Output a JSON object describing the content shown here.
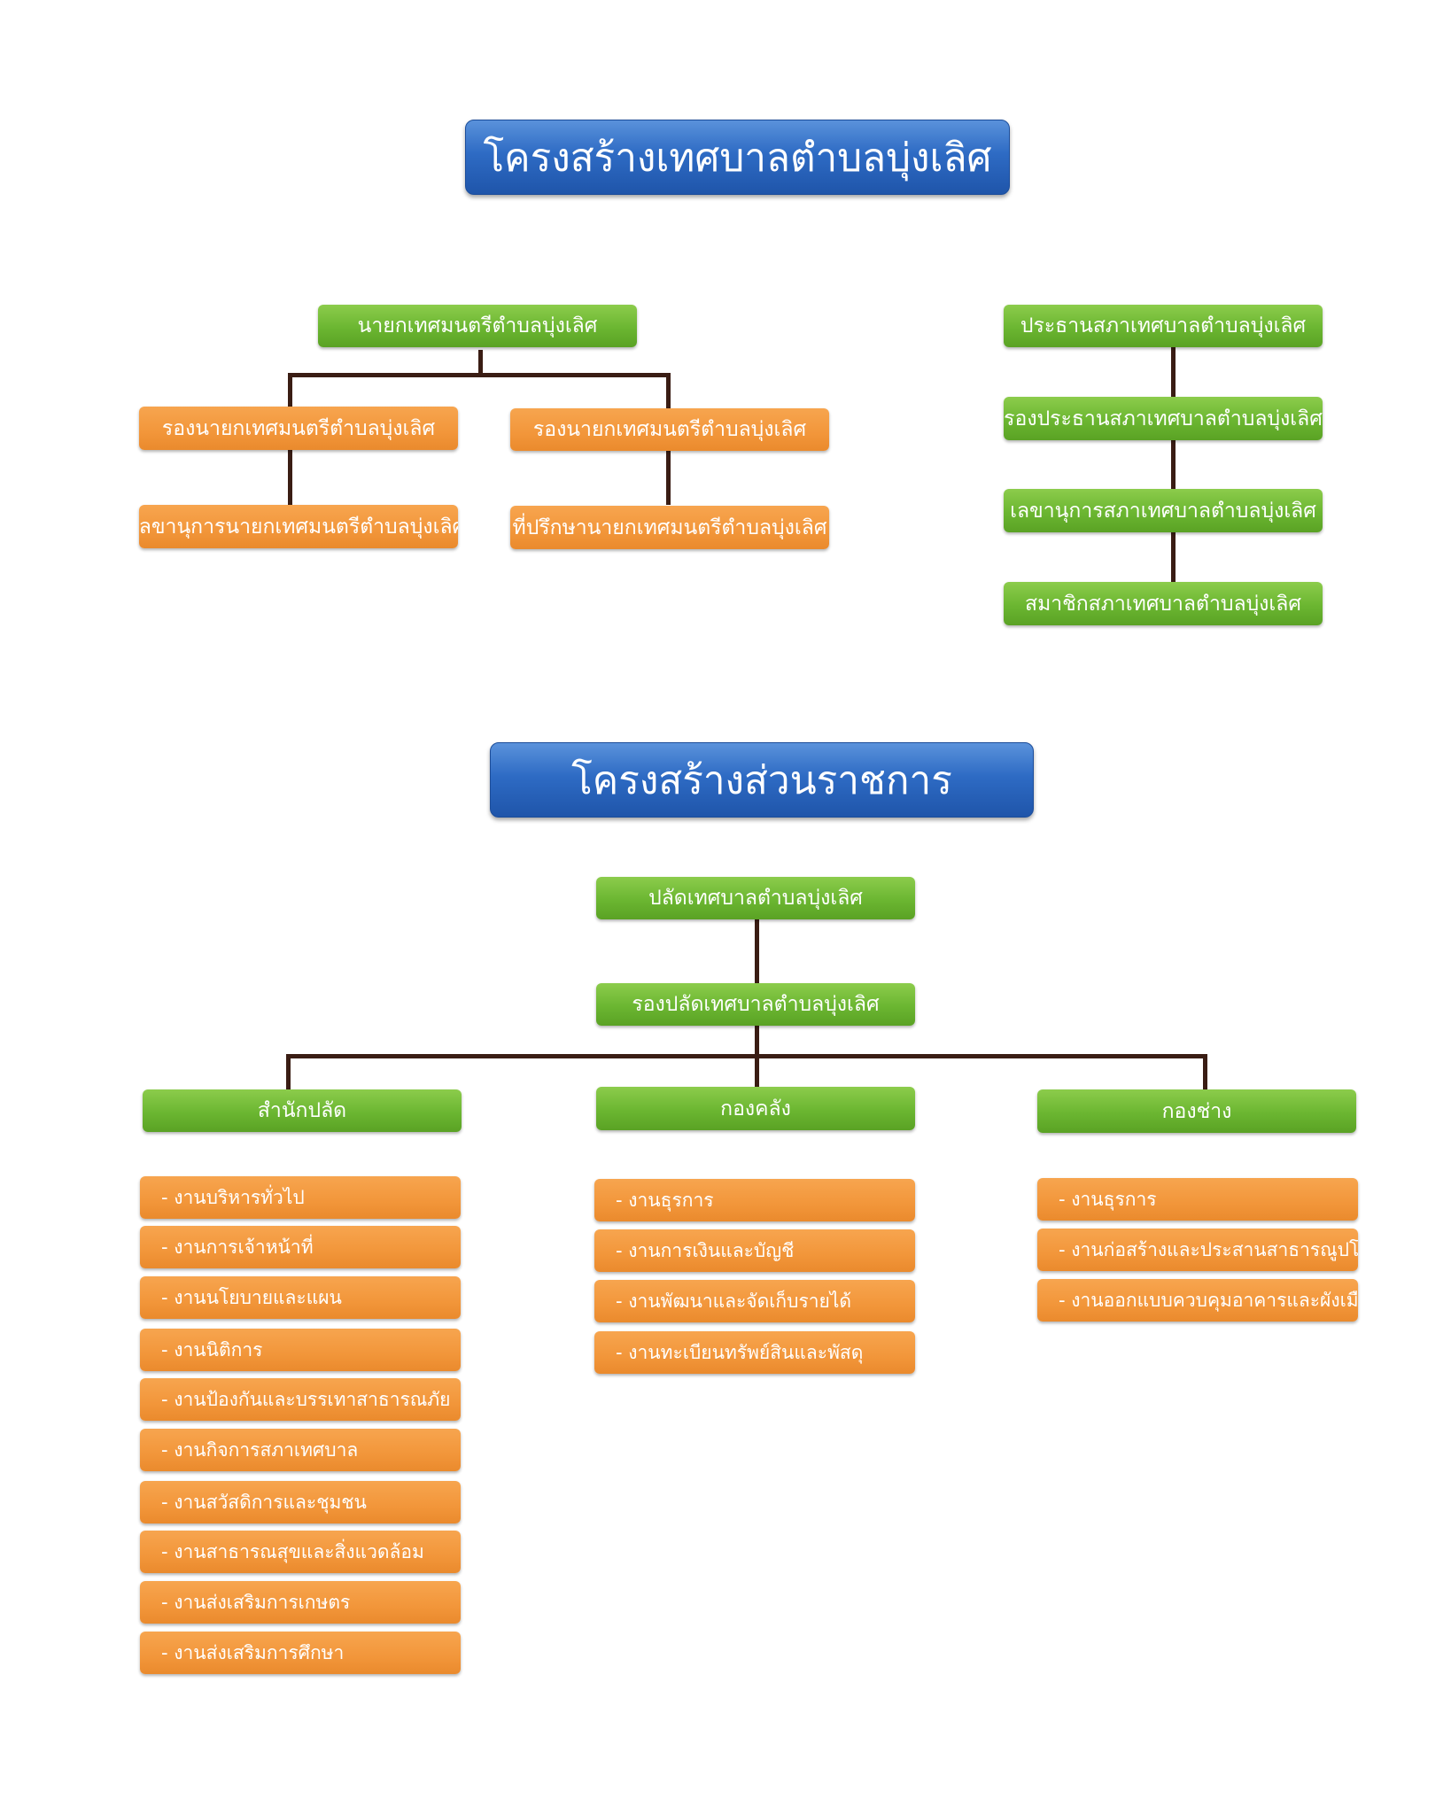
{
  "municipal_structure": {
    "title": "โครงสร้างเทศบาลตำบลบุ่งเลิศ",
    "executive": {
      "mayor": "นายกเทศมนตรีตำบลบุ่งเลิศ",
      "deputy_1": "รองนายกเทศมนตรีตำบลบุ่งเลิศ",
      "deputy_2": "รองนายกเทศมนตรีตำบลบุ่งเลิศ",
      "secretary": "เลขานุการนายกเทศมนตรีตำบลบุ่งเลิศ",
      "advisor": "ที่ปรึกษานายกเทศมนตรีตำบลบุ่งเลิศ"
    },
    "council": {
      "president": "ประธานสภาเทศบาลตำบลบุ่งเลิศ",
      "vice_president": "รองประธานสภาเทศบาลตำบลบุ่งเลิศ",
      "secretary": "เลขานุการสภาเทศบาลตำบลบุ่งเลิศ",
      "members": "สมาชิกสภาเทศบาลตำบลบุ่งเลิศ"
    }
  },
  "government_structure": {
    "title": "โครงสร้างส่วนราชการ",
    "clerk": "ปลัดเทศบาลตำบลบุ่งเลิศ",
    "deputy_clerk": "รองปลัดเทศบาลตำบลบุ่งเลิศ",
    "departments": [
      {
        "name": "สำนักปลัด",
        "items": [
          "- งานบริหารทั่วไป",
          "- งานการเจ้าหน้าที่",
          "- งานนโยบายและแผน",
          "- งานนิติการ",
          "- งานป้องกันและบรรเทาสาธารณภัย",
          "- งานกิจการสภาเทศบาล",
          "- งานสวัสดิการและชุมชน",
          "- งานสาธารณสุขและสิ่งแวดล้อม",
          "- งานส่งเสริมการเกษตร",
          "- งานส่งเสริมการศึกษา"
        ]
      },
      {
        "name": "กองคลัง",
        "items": [
          "- งานธุรการ",
          "- งานการเงินและบัญชี",
          "- งานพัฒนาและจัดเก็บรายได้",
          "- งานทะเบียนทรัพย์สินและพัสดุ"
        ]
      },
      {
        "name": "กองช่าง",
        "items": [
          "- งานธุรการ",
          "- งานก่อสร้างและประสานสาธารณูปโภค",
          "- งานออกแบบควบคุมอาคารและผังเมือง"
        ]
      }
    ]
  },
  "colors": {
    "title_blue": "#2e6bc4",
    "green": "#6bb631",
    "orange": "#f2963a",
    "connector": "#3a1d14"
  }
}
